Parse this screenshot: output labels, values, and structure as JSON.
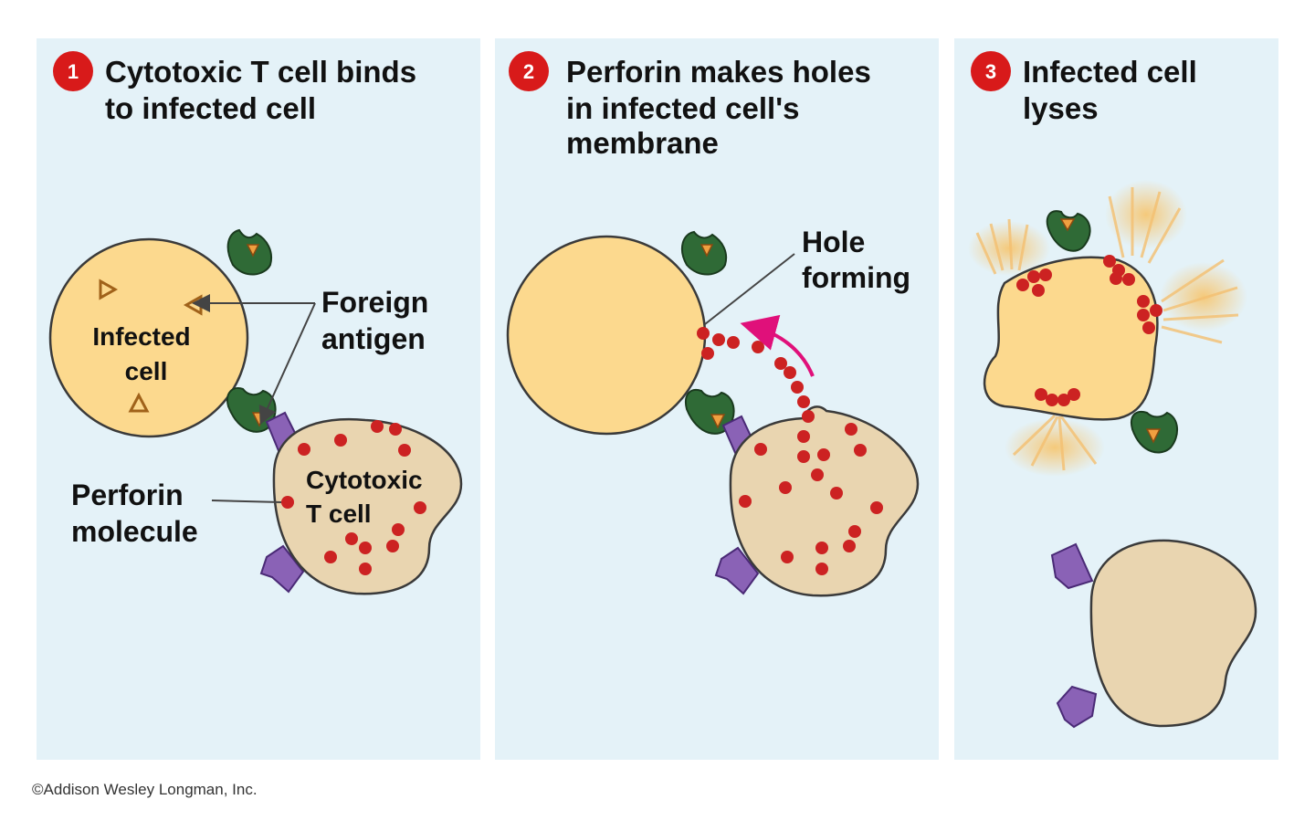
{
  "colors": {
    "panel_bg": "#e4f2f8",
    "infected_cell": "#fcd98e",
    "infected_cell_stroke": "#3a3a3a",
    "t_cell": "#e9d5b0",
    "t_cell_stroke": "#3a3a3a",
    "perforin": "#cc2222",
    "receptor_green": "#2f6a36",
    "receptor_purple": "#8a62b6",
    "arrow_magenta": "#e0107a",
    "badge_red": "#d81a1a"
  },
  "panels": [
    {
      "step": "1",
      "title_lines": [
        "Cytotoxic T cell binds",
        "to infected cell"
      ]
    },
    {
      "step": "2",
      "title_lines": [
        "Perforin makes holes",
        "in infected cell's",
        "membrane"
      ]
    },
    {
      "step": "3",
      "title_lines": [
        "Infected cell",
        "lyses"
      ]
    }
  ],
  "labels": {
    "infected_cell": [
      "Infected",
      "cell"
    ],
    "foreign_antigen": [
      "Foreign",
      "antigen"
    ],
    "perforin_molecule": [
      "Perforin",
      "molecule"
    ],
    "cytotoxic_t_cell": [
      "Cytotoxic",
      "T cell"
    ],
    "hole_forming": [
      "Hole",
      "forming"
    ]
  },
  "credit": "©Addison Wesley Longman, Inc."
}
